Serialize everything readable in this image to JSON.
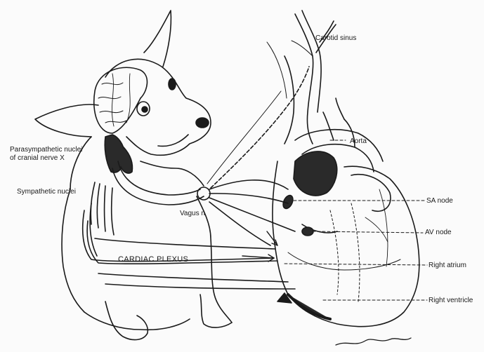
{
  "labels": {
    "carotid_sinus": "Carotid sinus",
    "aorta": "Aorta",
    "parasympathetic_line1": "Parasympathetic nuclei",
    "parasympathetic_line2": "of cranial nerve X",
    "sympathetic_nuclei": "Sympathetic nuclei",
    "vagus_n": "Vagus n",
    "cardiac_plexus": "CARDIAC PLEXUS",
    "sa_node": "SA node",
    "av_node": "AV node",
    "right_atrium": "Right atrium",
    "right_ventricle": "Right ventricle"
  },
  "colors": {
    "ink": "#1a1a1a",
    "paper": "#fbfbfb",
    "shade": "#2a2a2a"
  }
}
